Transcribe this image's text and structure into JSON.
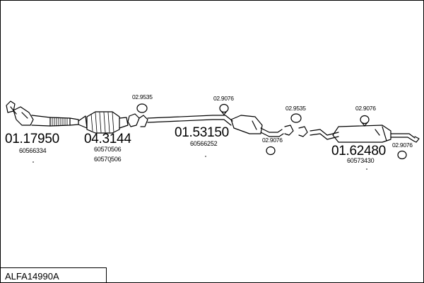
{
  "parts": [
    {
      "id": "p1",
      "number": "01.17950",
      "ref": "60566334"
    },
    {
      "id": "p2",
      "number": "04.3144",
      "ref": "60570506",
      "ref2": "60570506"
    },
    {
      "id": "p3",
      "number": "01.53150",
      "ref": "60566252"
    },
    {
      "id": "p4",
      "number": "01.62480",
      "ref": "60573430"
    }
  ],
  "fittings": [
    {
      "id": "f1",
      "label": "02.9535"
    },
    {
      "id": "f2",
      "label": "02.9076"
    },
    {
      "id": "f3",
      "label": "02.9535"
    },
    {
      "id": "f4",
      "label": "02.9076"
    },
    {
      "id": "f5",
      "label": "02.9076"
    },
    {
      "id": "f6",
      "label": "02.9076"
    }
  ],
  "kit_code": "ALFA14990A"
}
